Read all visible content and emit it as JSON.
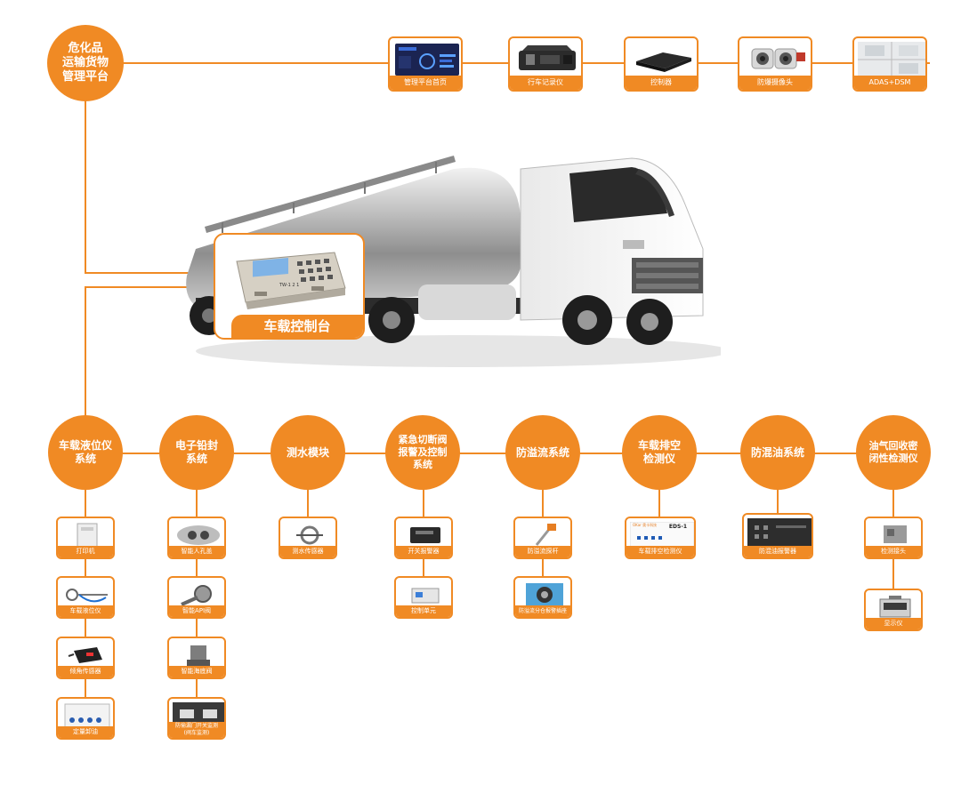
{
  "platform": {
    "label": "危化品\n运输货物\n管理平台"
  },
  "top_devices": [
    {
      "label": "管理平台首页",
      "icon": "dashboard-screen"
    },
    {
      "label": "行车记录仪",
      "icon": "dvr-recorder"
    },
    {
      "label": "控制器",
      "icon": "controller-box"
    },
    {
      "label": "防爆摄像头",
      "icon": "explosion-proof-camera"
    },
    {
      "label": "ADAS+DSM",
      "icon": "adas-dsm-view"
    }
  ],
  "console": {
    "label": "车载控制台",
    "panel_text": "TW-1 2 1"
  },
  "systems": [
    {
      "label": "车载液位仪\n系统",
      "devices": [
        "打印机",
        "车载液位仪",
        "倾角传感器",
        "定量卸油"
      ]
    },
    {
      "label": "电子铅封\n系统",
      "devices": [
        "智能人孔盖",
        "智能API阀",
        "智能海底阀",
        "防偷漏门开关监测\n(阀车监测)"
      ]
    },
    {
      "label": "测水模块",
      "devices": [
        "测水传感器"
      ]
    },
    {
      "label": "紧急切断阀\n报警及控制\n系统",
      "devices": [
        "开关报警器",
        "控制单元"
      ]
    },
    {
      "label": "防溢流系统",
      "devices": [
        "防溢流探杆",
        "防溢流分仓报警插座"
      ]
    },
    {
      "label": "车载排空\n检测仪",
      "devices": [
        "车载排空检测仪"
      ],
      "device_text": {
        "brand": "OKar 奥卡科技",
        "model": "EDS-1"
      }
    },
    {
      "label": "防混油系统",
      "devices": [
        "防混油报警器"
      ]
    },
    {
      "label": "油气回收密\n闭性检测仪",
      "devices": [
        "检测接头",
        "显示仪"
      ]
    }
  ],
  "colors": {
    "accent": "#f08a24",
    "card_border": "#f08a24",
    "text_on_accent": "#ffffff"
  }
}
